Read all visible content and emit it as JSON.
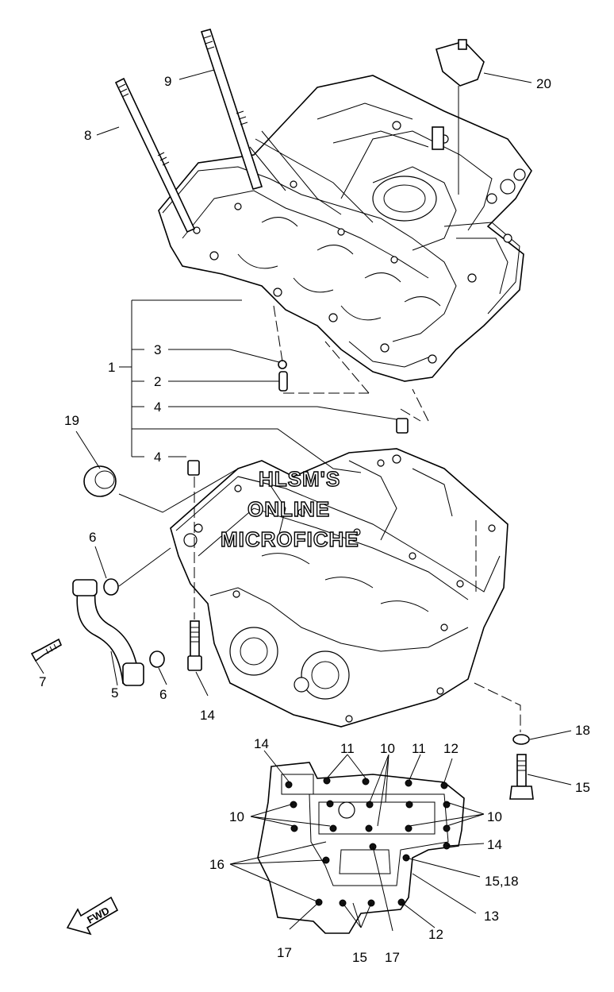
{
  "watermark": {
    "line1": "HLSM'S",
    "line2": "ONLINE",
    "line3": "MICROFICHE"
  },
  "fwd_label": "FWD",
  "callouts": [
    {
      "id": "c-1",
      "text": "1"
    },
    {
      "id": "c-2",
      "text": "2"
    },
    {
      "id": "c-3",
      "text": "3"
    },
    {
      "id": "c-4a",
      "text": "4"
    },
    {
      "id": "c-4b",
      "text": "4"
    },
    {
      "id": "c-5",
      "text": "5"
    },
    {
      "id": "c-6a",
      "text": "6"
    },
    {
      "id": "c-6b",
      "text": "6"
    },
    {
      "id": "c-7",
      "text": "7"
    },
    {
      "id": "c-8",
      "text": "8"
    },
    {
      "id": "c-9",
      "text": "9"
    },
    {
      "id": "c-10a",
      "text": "10"
    },
    {
      "id": "c-10b",
      "text": "10"
    },
    {
      "id": "c-10c",
      "text": "10"
    },
    {
      "id": "c-11a",
      "text": "11"
    },
    {
      "id": "c-11b",
      "text": "11"
    },
    {
      "id": "c-12a",
      "text": "12"
    },
    {
      "id": "c-12b",
      "text": "12"
    },
    {
      "id": "c-13",
      "text": "13"
    },
    {
      "id": "c-14a",
      "text": "14"
    },
    {
      "id": "c-14b",
      "text": "14"
    },
    {
      "id": "c-14c",
      "text": "14"
    },
    {
      "id": "c-15a",
      "text": "15"
    },
    {
      "id": "c-15b",
      "text": "15"
    },
    {
      "id": "c-15-18",
      "text": "15,18"
    },
    {
      "id": "c-16",
      "text": "16"
    },
    {
      "id": "c-17a",
      "text": "17"
    },
    {
      "id": "c-17b",
      "text": "17"
    },
    {
      "id": "c-18",
      "text": "18"
    },
    {
      "id": "c-19",
      "text": "19"
    },
    {
      "id": "c-20",
      "text": "20"
    }
  ]
}
